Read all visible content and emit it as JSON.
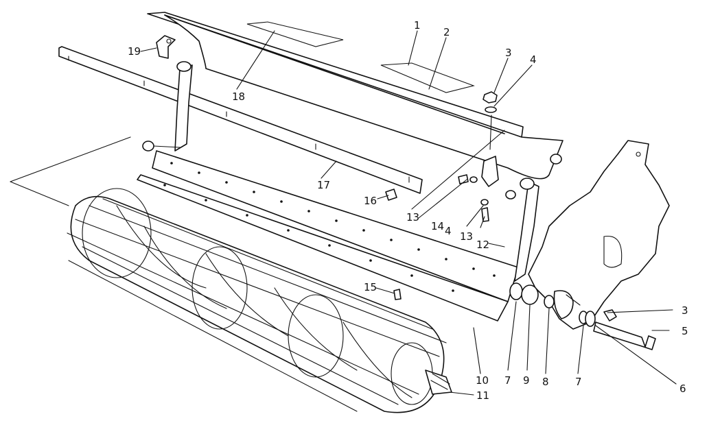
{
  "diagram": {
    "callouts": [
      {
        "id": "c1",
        "text": "1"
      },
      {
        "id": "c2",
        "text": "2"
      },
      {
        "id": "c3a",
        "text": "3"
      },
      {
        "id": "c4a",
        "text": "4"
      },
      {
        "id": "c19",
        "text": "19"
      },
      {
        "id": "c18",
        "text": "18"
      },
      {
        "id": "c17",
        "text": "17"
      },
      {
        "id": "c16",
        "text": "16"
      },
      {
        "id": "c13a",
        "text": "13"
      },
      {
        "id": "c14",
        "text": "14"
      },
      {
        "id": "c4b",
        "text": "4"
      },
      {
        "id": "c13b",
        "text": "13"
      },
      {
        "id": "c12",
        "text": "12"
      },
      {
        "id": "c15",
        "text": "15"
      },
      {
        "id": "c3b",
        "text": "3"
      },
      {
        "id": "c5",
        "text": "5"
      },
      {
        "id": "c6",
        "text": "6"
      },
      {
        "id": "c7a",
        "text": "7"
      },
      {
        "id": "c9",
        "text": "9"
      },
      {
        "id": "c8",
        "text": "8"
      },
      {
        "id": "c7b",
        "text": "7"
      },
      {
        "id": "c10",
        "text": "10"
      },
      {
        "id": "c11",
        "text": "11"
      }
    ]
  }
}
